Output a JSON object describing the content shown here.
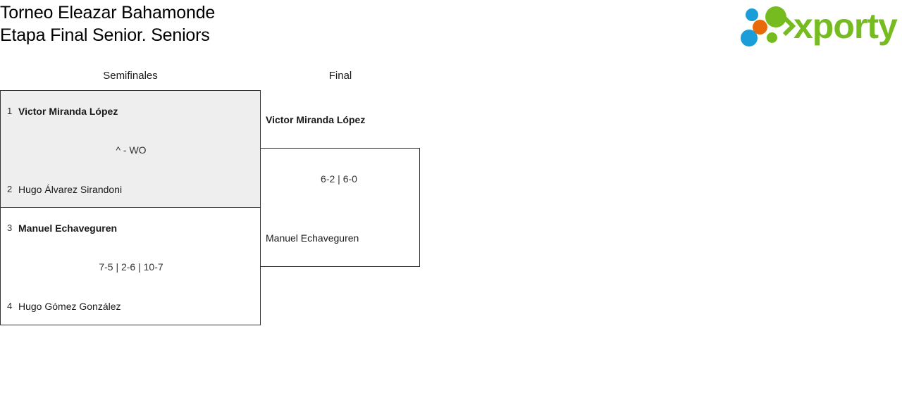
{
  "header": {
    "title_line1": "Torneo Eleazar Bahamonde",
    "title_line2": "Etapa Final Senior. Seniors"
  },
  "logo": {
    "wordmark": "xporty",
    "colors": {
      "green": "#76bc21",
      "blue": "#1b9dd9",
      "orange": "#e8690b"
    },
    "dots": [
      {
        "name": "dot-blue-small",
        "color": "#1b9dd9"
      },
      {
        "name": "dot-green-large",
        "color": "#76bc21"
      },
      {
        "name": "dot-orange",
        "color": "#e8690b"
      },
      {
        "name": "dot-blue-large",
        "color": "#1b9dd9"
      },
      {
        "name": "dot-green-small",
        "color": "#76bc21"
      }
    ]
  },
  "bracket": {
    "rounds": [
      {
        "name": "semifinals",
        "label": "Semifinales"
      },
      {
        "name": "final",
        "label": "Final"
      }
    ],
    "semifinals": [
      {
        "match_id": "sf1",
        "highlighted": true,
        "score": "^ - WO",
        "players": [
          {
            "seed": "1",
            "name": "Victor Miranda López",
            "winner": true
          },
          {
            "seed": "2",
            "name": "Hugo Álvarez Sirandoni",
            "winner": false
          }
        ]
      },
      {
        "match_id": "sf2",
        "highlighted": false,
        "score": "7-5 | 2-6 | 10-7",
        "players": [
          {
            "seed": "3",
            "name": "Manuel Echaveguren",
            "winner": true
          },
          {
            "seed": "4",
            "name": "Hugo Gómez González",
            "winner": false
          }
        ]
      }
    ],
    "final": {
      "match_id": "f1",
      "score": "6-2 | 6-0",
      "players": [
        {
          "name": "Victor Miranda López",
          "winner": true
        },
        {
          "name": "Manuel Echaveguren",
          "winner": false
        }
      ]
    }
  }
}
